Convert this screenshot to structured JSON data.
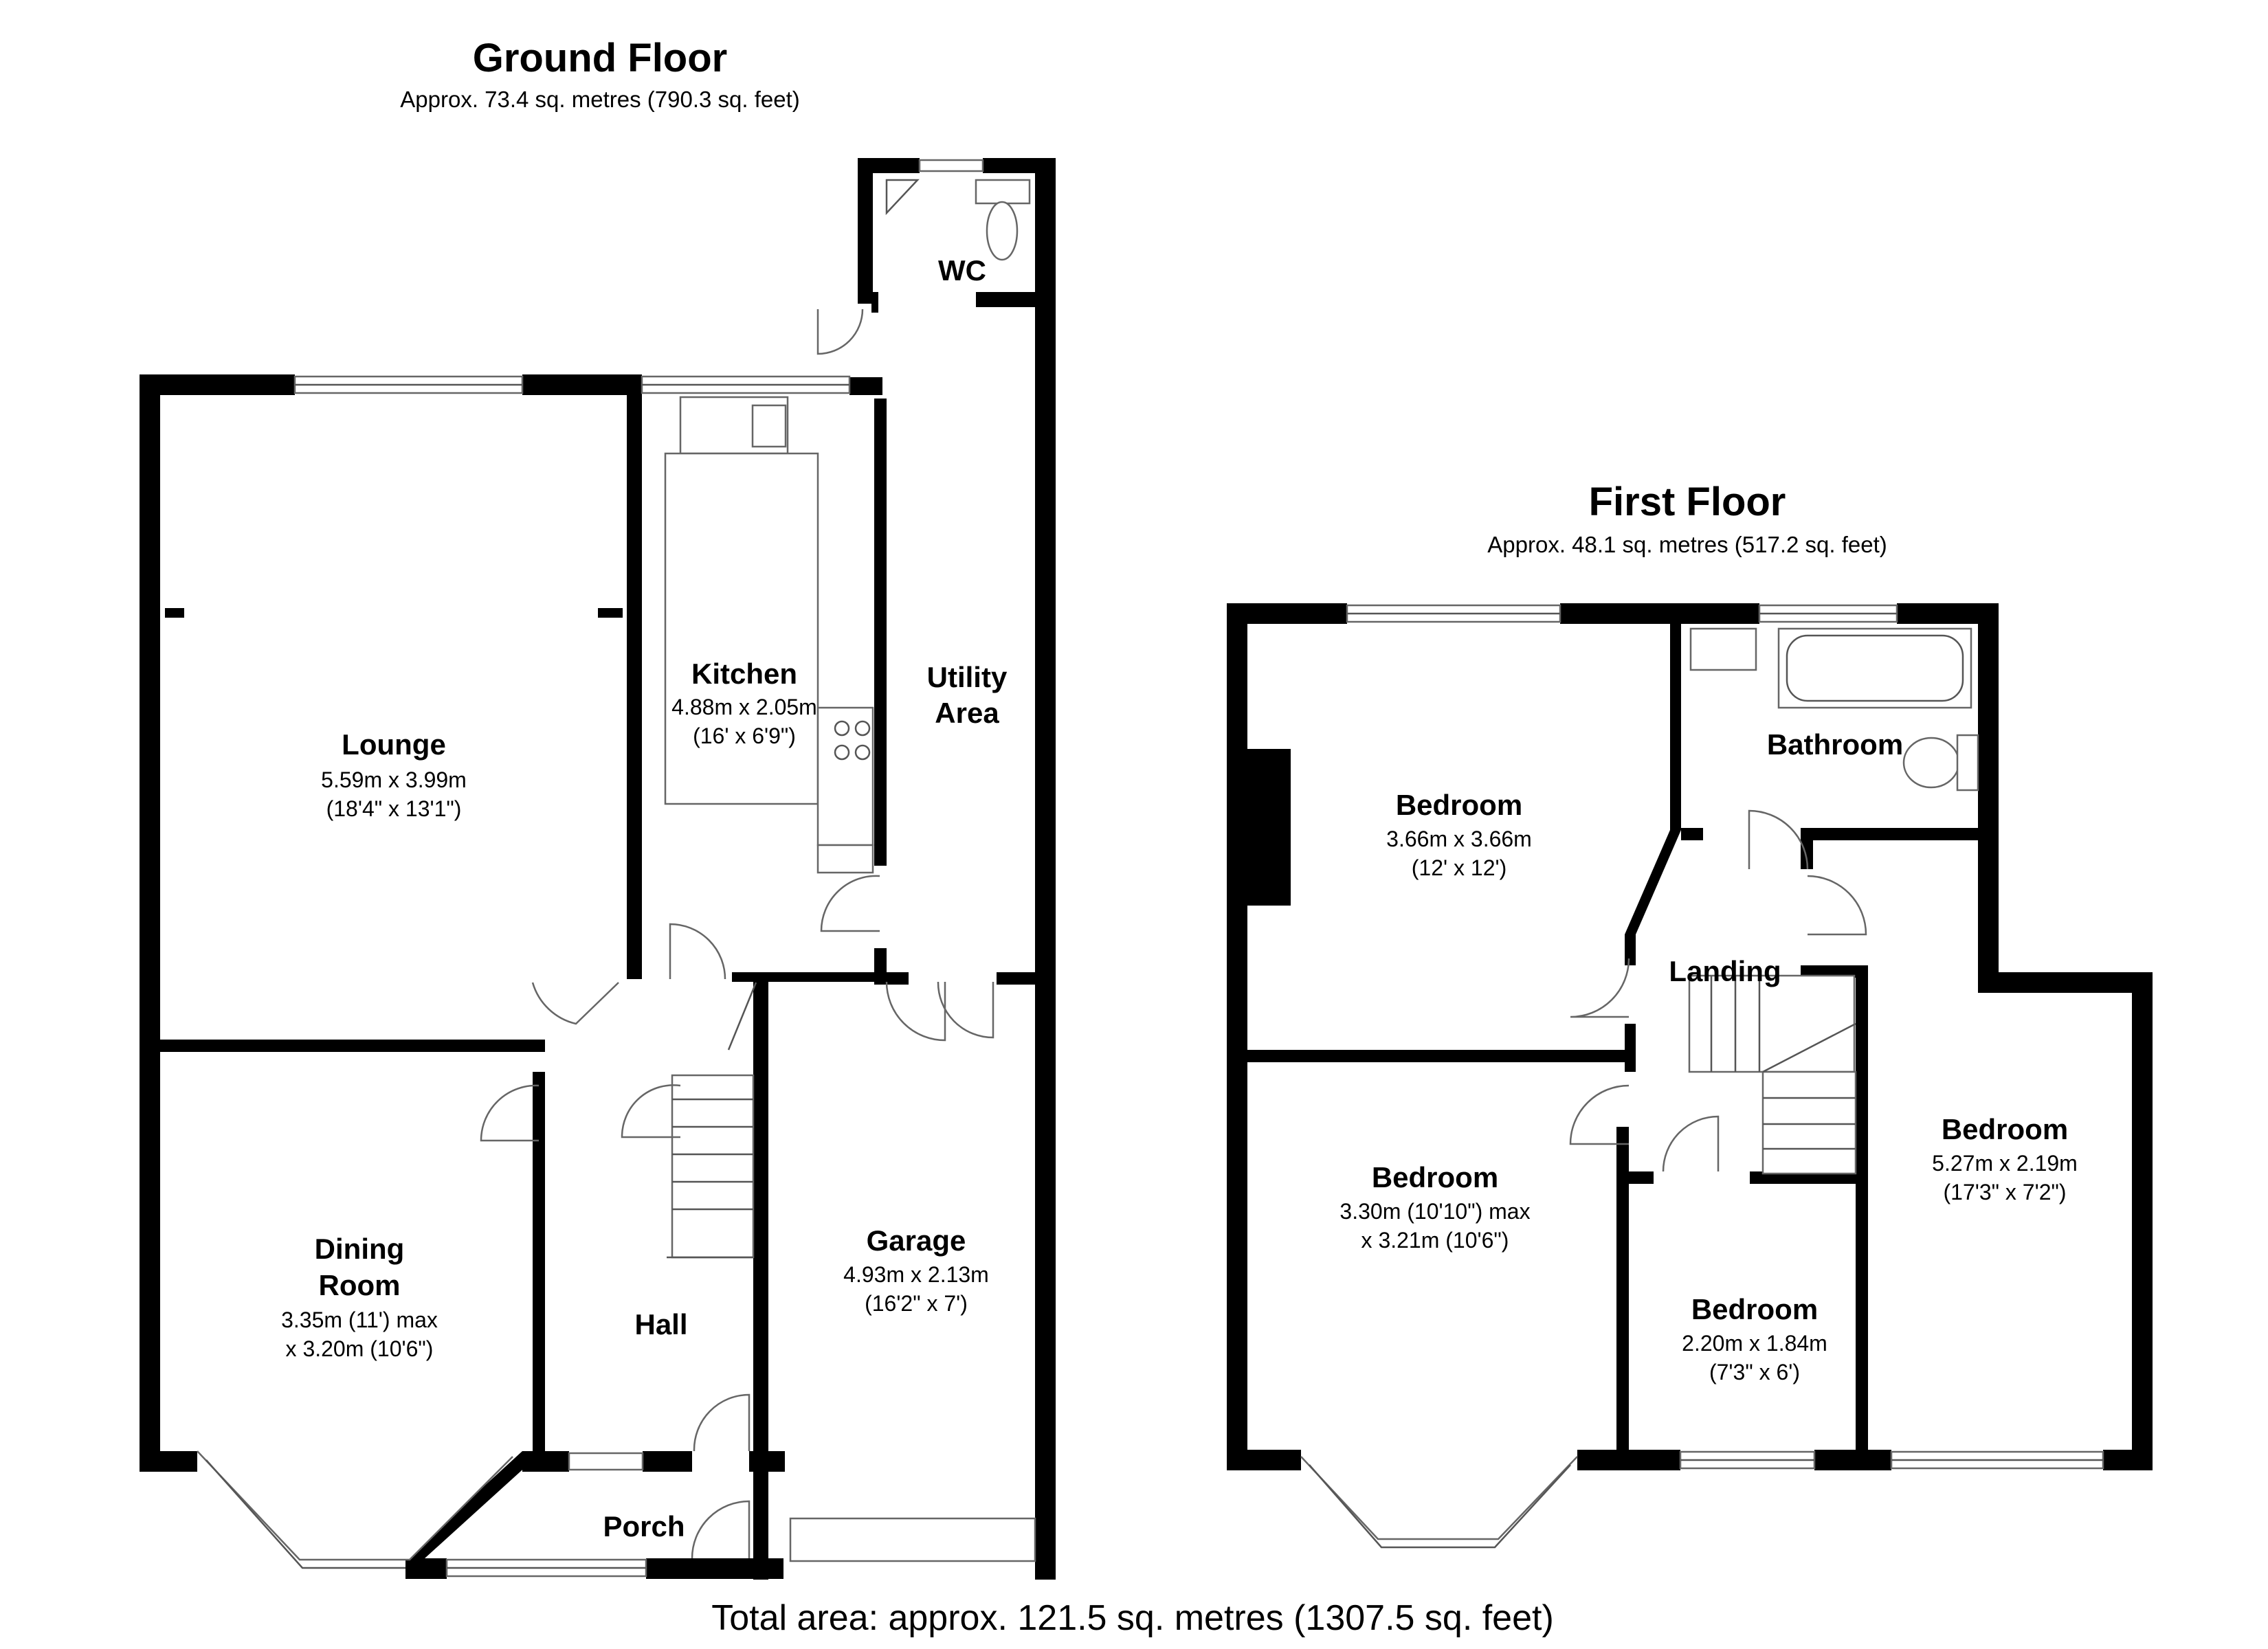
{
  "ground_floor": {
    "title": "Ground Floor",
    "area": "Approx. 73.4 sq. metres (790.3 sq. feet)",
    "rooms": {
      "wc": {
        "name": "WC"
      },
      "lounge": {
        "name": "Lounge",
        "dim1": "5.59m x 3.99m",
        "dim2": "(18'4\" x 13'1\")"
      },
      "kitchen": {
        "name": "Kitchen",
        "dim1": "4.88m x 2.05m",
        "dim2": "(16' x 6'9\")"
      },
      "utility": {
        "name1": "Utility",
        "name2": "Area"
      },
      "dining": {
        "name1": "Dining",
        "name2": "Room",
        "dim1": "3.35m (11') max",
        "dim2": "x 3.20m (10'6\")"
      },
      "hall": {
        "name": "Hall"
      },
      "garage": {
        "name": "Garage",
        "dim1": "4.93m x 2.13m",
        "dim2": "(16'2\" x 7')"
      },
      "porch": {
        "name": "Porch"
      }
    }
  },
  "first_floor": {
    "title": "First Floor",
    "area": "Approx. 48.1 sq. metres (517.2 sq. feet)",
    "rooms": {
      "bedroom1": {
        "name": "Bedroom",
        "dim1": "3.66m x 3.66m",
        "dim2": "(12' x 12')"
      },
      "bathroom": {
        "name": "Bathroom"
      },
      "landing": {
        "name": "Landing"
      },
      "bedroom2": {
        "name": "Bedroom",
        "dim1": "3.30m (10'10\") max",
        "dim2": "x 3.21m (10'6\")"
      },
      "bedroom3": {
        "name": "Bedroom",
        "dim1": "5.27m x 2.19m",
        "dim2": "(17'3\" x 7'2\")"
      },
      "bedroom4": {
        "name": "Bedroom",
        "dim1": "2.20m x 1.84m",
        "dim2": "(7'3\" x 6')"
      }
    }
  },
  "total_area": "Total area: approx. 121.5 sq. metres (1307.5 sq. feet)"
}
